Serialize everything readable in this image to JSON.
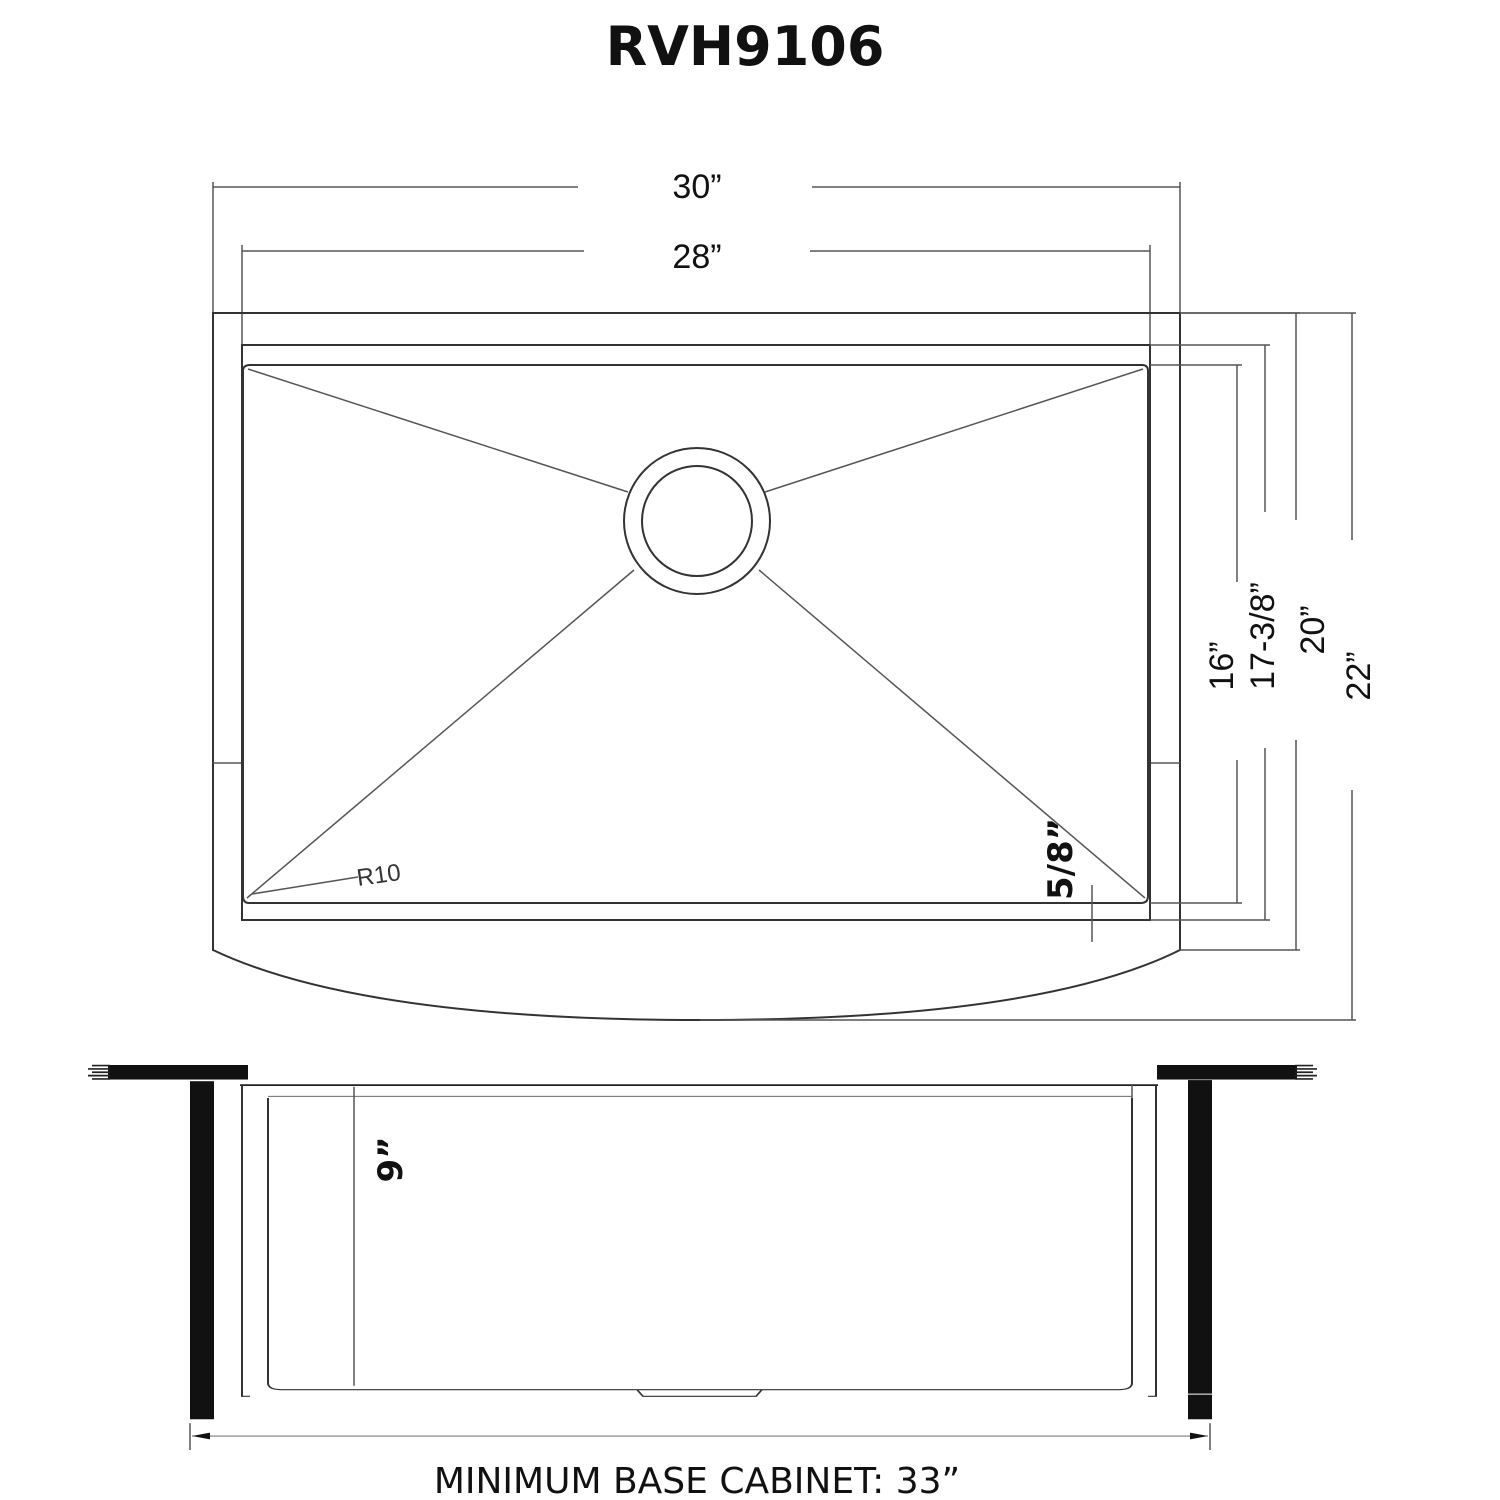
{
  "title": "RVH9106",
  "top_view": {
    "overall_width": "30”",
    "bowl_width": "28”",
    "bowl_depth": "16”",
    "inner_depth": "17-3/8”",
    "outer_depth": "20”",
    "total_depth": "22”",
    "corner_radius": "R10",
    "rim_offset": "5/8”"
  },
  "side_view": {
    "bowl_height": "9”"
  },
  "caption": "MINIMUM BASE CABINET: 33”"
}
